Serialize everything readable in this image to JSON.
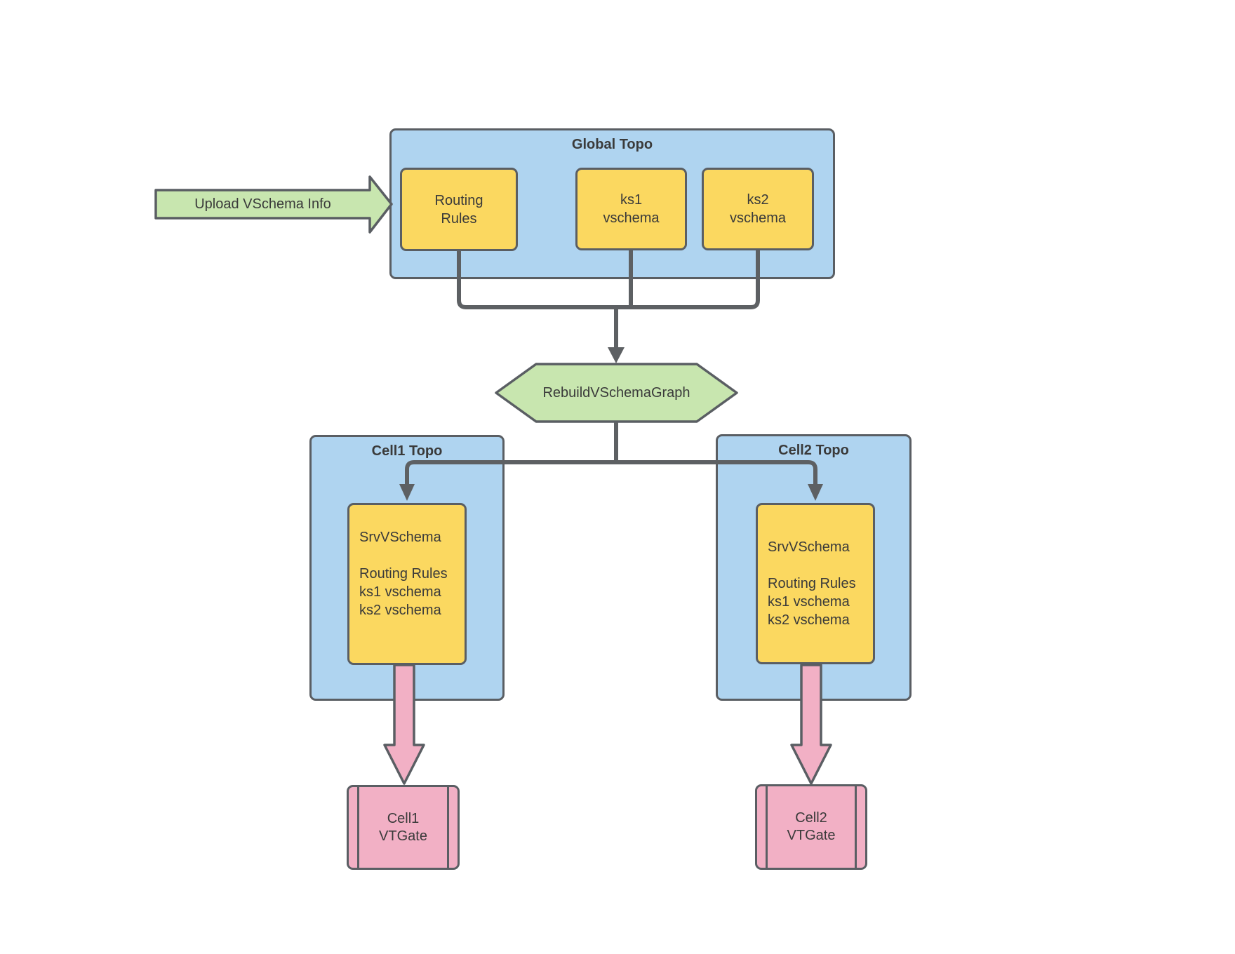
{
  "diagram": {
    "upload_arrow": {
      "label": "Upload VSchema Info"
    },
    "global_topo": {
      "title": "Global Topo",
      "nodes": [
        {
          "label": "Routing\nRules"
        },
        {
          "label": "ks1\nvschema"
        },
        {
          "label": "ks2\nvschema"
        }
      ]
    },
    "process": {
      "label": "RebuildVSchemaGraph"
    },
    "cells": [
      {
        "title": "Cell1 Topo",
        "srv_vschema": "SrvVSchema\n\nRouting Rules\nks1 vschema\nks2 vschema",
        "vtgate": "Cell1\nVTGate"
      },
      {
        "title": "Cell2 Topo",
        "srv_vschema": "SrvVSchema\n\nRouting Rules\nks1 vschema\nks2 vschema",
        "vtgate": "Cell2\nVTGate"
      }
    ],
    "colors": {
      "container_fill": "#AFD4F0",
      "node_fill": "#FBD860",
      "accent_fill": "#C8E6AF",
      "vtgate_fill": "#F2B0C5",
      "stroke": "#5A5E63",
      "connector": "#5D6063",
      "text": "#3A3A3A"
    }
  }
}
